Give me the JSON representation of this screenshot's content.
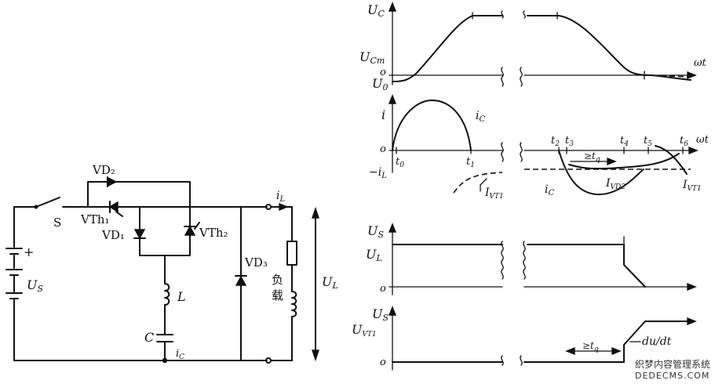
{
  "circuit": {
    "switch": "S",
    "vd2": "VD₂",
    "vth1": "VTh₁",
    "vd1": "VD₁",
    "vth2": "VTh₂",
    "vd3": "VD₃",
    "inductor": "L",
    "capacitor": "C",
    "source": "U",
    "source_sub": "S",
    "plus": "+",
    "load_line1": "负",
    "load_line2": "载",
    "il": "i",
    "il_sub": "L",
    "ul": "U",
    "ul_sub": "L",
    "ic": "i",
    "ic_sub": "C"
  },
  "waveforms": {
    "uc": {
      "y_main": "U",
      "y_main_sub": "C",
      "y_mid": "U",
      "y_mid_sub": "Cm",
      "zero": "o",
      "y_low": "U",
      "y_low_sub": "0",
      "x_axis": "ωt"
    },
    "current": {
      "y_main": "i",
      "zero": "o",
      "neg": "−i",
      "neg_sub": "L",
      "x_axis": "ωt",
      "ic_left": "i",
      "ic_left_sub": "C",
      "ivt1_left": "I",
      "ivt1_left_sub": "VT1",
      "t0": "t",
      "t0_sub": "0",
      "t1": "t",
      "t1_sub": "1",
      "t2": "t",
      "t2_sub": "2",
      "t3": "t",
      "t3_sub": "3",
      "t4": "t",
      "t4_sub": "4",
      "t5": "t",
      "t5_sub": "5",
      "t6": "t",
      "t6_sub": "6",
      "tq": "≥t",
      "tq_sub": "q",
      "ic_right": "i",
      "ic_right_sub": "C",
      "ivd2": "I",
      "ivd2_sub": "VD2",
      "ivt1_right": "I",
      "ivt1_right_sub": "VT1"
    },
    "output": {
      "y_main": "U",
      "y_main_sub": "S",
      "y_mid": "U",
      "y_mid_sub": "L",
      "zero": "o"
    },
    "vt1": {
      "y_main": "U",
      "y_main_sub": "S",
      "y_mid": "U",
      "y_mid_sub": "VT1",
      "zero": "o",
      "tq": "≥t",
      "tq_sub": "q",
      "slope": "du/dt"
    }
  },
  "watermark": {
    "cn": "织梦内容管理系统",
    "en": "DEDECMS.COM"
  }
}
